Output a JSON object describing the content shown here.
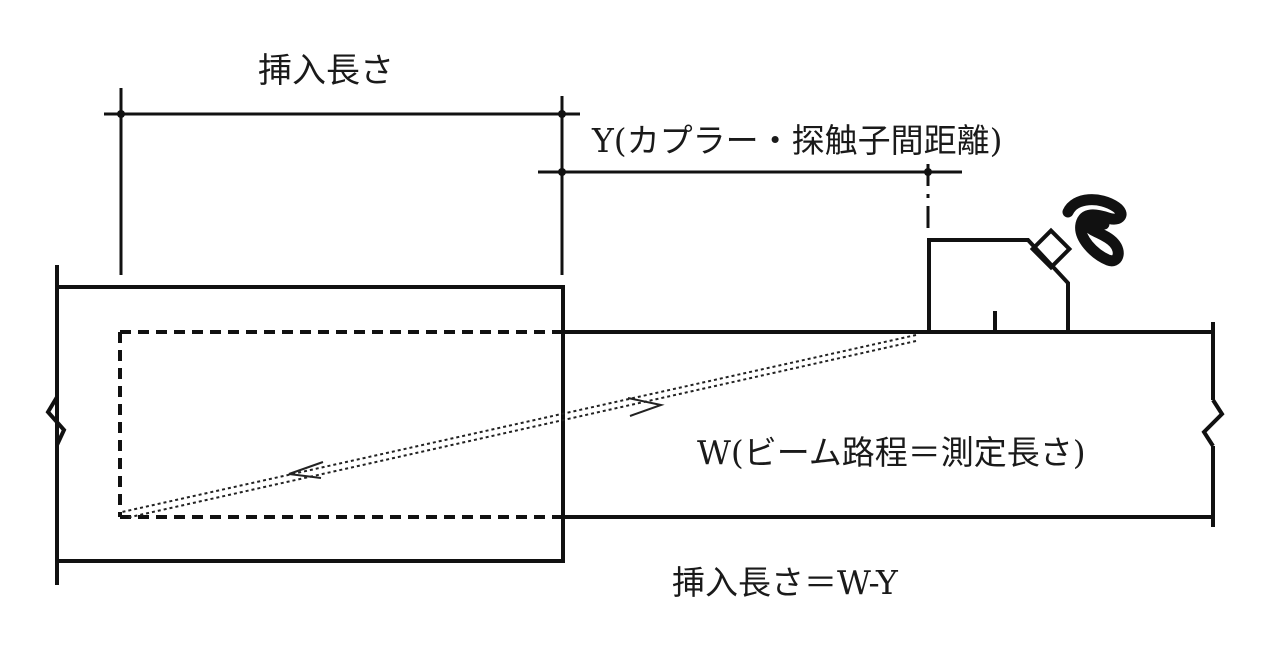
{
  "labels": {
    "insertion_length": "挿入長さ",
    "y_distance": "Y(カプラー・探触子間距離)",
    "w_beam_path": "W(ビーム路程＝測定長さ)",
    "formula": "挿入長さ＝W-Y"
  },
  "colors": {
    "line": "#111111",
    "background": "#ffffff"
  }
}
